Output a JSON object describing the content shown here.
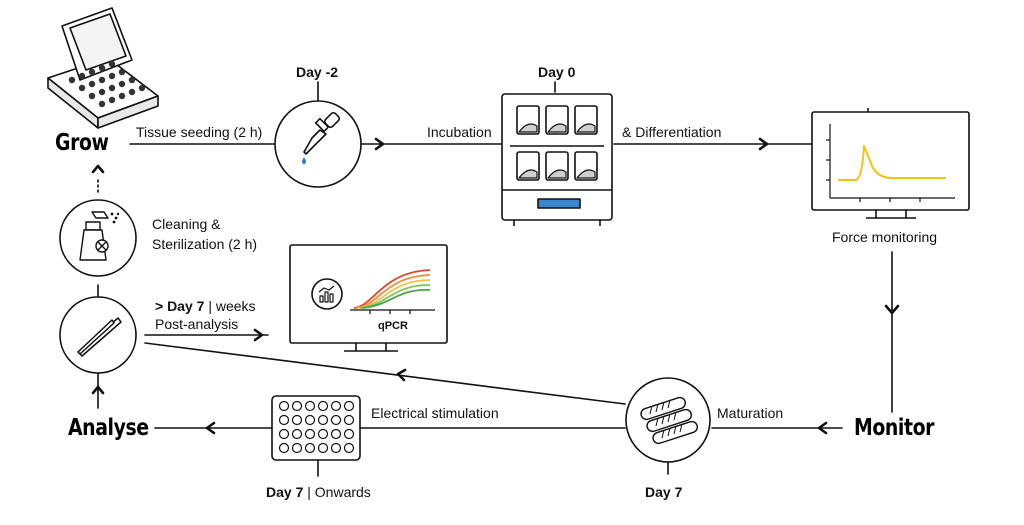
{
  "stages": {
    "grow": "Grow",
    "monitor": "Monitor",
    "analyse": "Analyse"
  },
  "days": {
    "day_minus2": "Day -2",
    "day0": "Day 0",
    "day7_gt": "> Day 7",
    "day7_gt_tail": "| weeks",
    "day7_bottom": "Day 7",
    "day7_onwards": "Day 7",
    "day7_onwards_tail": "| Onwards"
  },
  "labels": {
    "tissue_seeding": "Tissue seeding (2 h)",
    "incubation": "Incubation",
    "differentiation": "& Differentiation",
    "force_monitoring": "Force monitoring",
    "cleaning": "Cleaning &",
    "sterilization": "Sterilization (2 h)",
    "post_analysis": "Post-analysis",
    "qpcr": "qPCR",
    "electrical_stimulation": "Electrical stimulation",
    "maturation": "Maturation"
  },
  "colors": {
    "line": "#111111",
    "droplet": "#3a7cc3",
    "incubator_display": "#3a86c8",
    "force_curve": "#f0c419",
    "qpcr_curves": [
      "#d94d2a",
      "#f08a3a",
      "#f5c04a",
      "#7cc35b",
      "#4ca24a"
    ],
    "tissue_fill": "#cfcfcf"
  },
  "icons": [
    "tissue-box-icon",
    "dropper-icon",
    "incubator-icon",
    "monitor-icon",
    "spray-bottle-icon",
    "tweezers-icon",
    "qpcr-monitor-icon",
    "well-plate-icon",
    "tissue-bundle-icon"
  ]
}
